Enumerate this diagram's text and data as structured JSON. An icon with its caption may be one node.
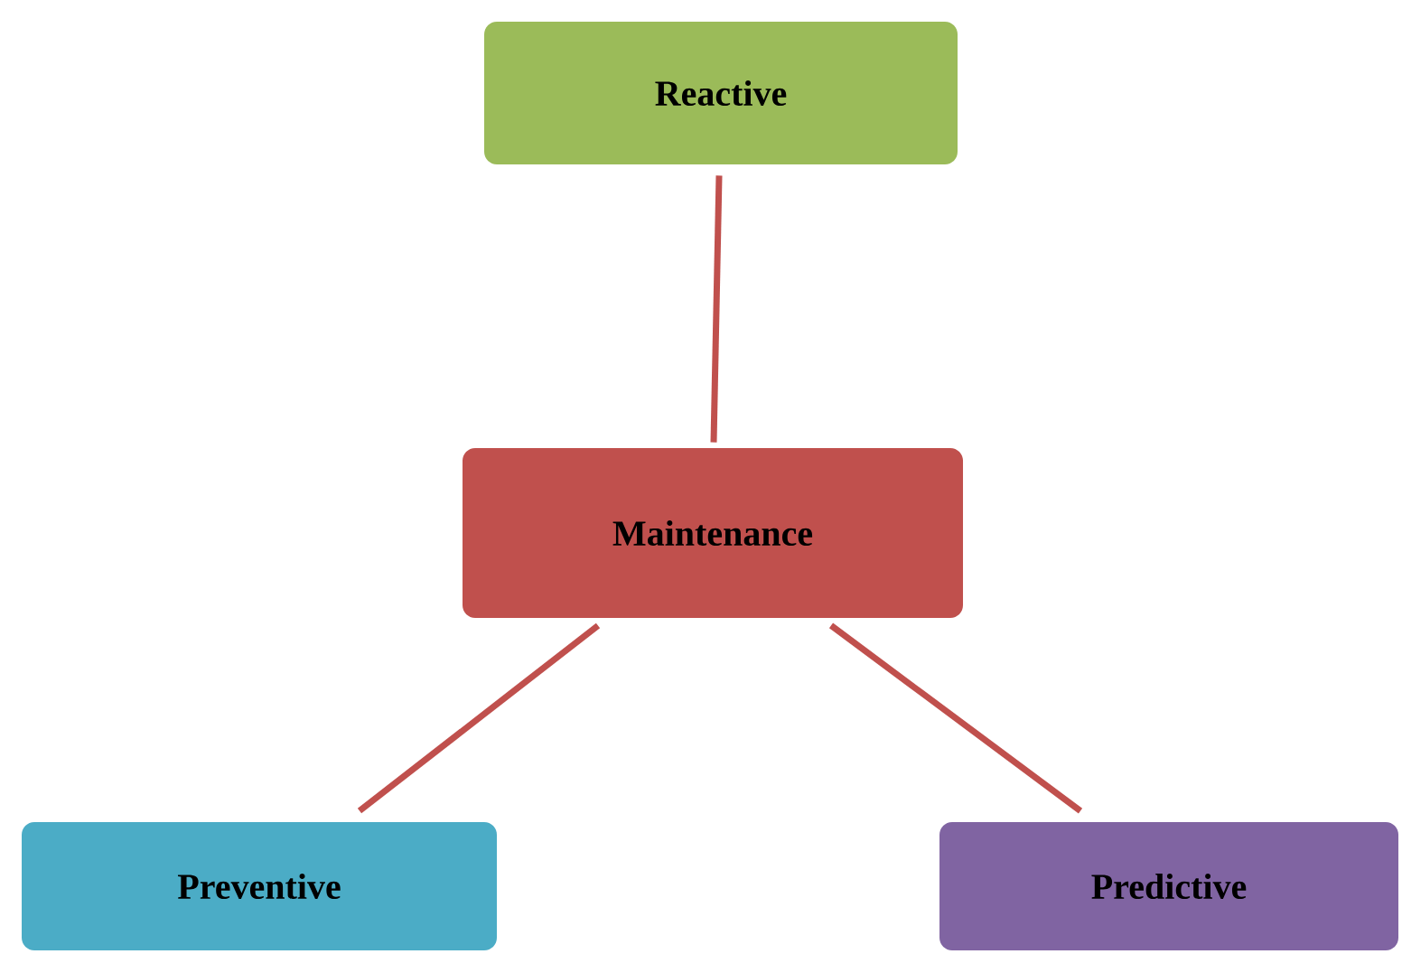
{
  "diagram": {
    "nodes": [
      {
        "text": [
          "Reactive"
        ]
      },
      {
        "text": [
          "Maintenance"
        ]
      },
      {
        "text": [
          "Preventive"
        ]
      },
      {
        "text": [
          "Predictive"
        ]
      }
    ],
    "edges": [
      {
        "from": 1,
        "to": 0,
        "arrow": "none"
      },
      {
        "from": 1,
        "to": 2,
        "arrow": "none"
      },
      {
        "from": 1,
        "to": 3,
        "arrow": "none"
      }
    ]
  }
}
